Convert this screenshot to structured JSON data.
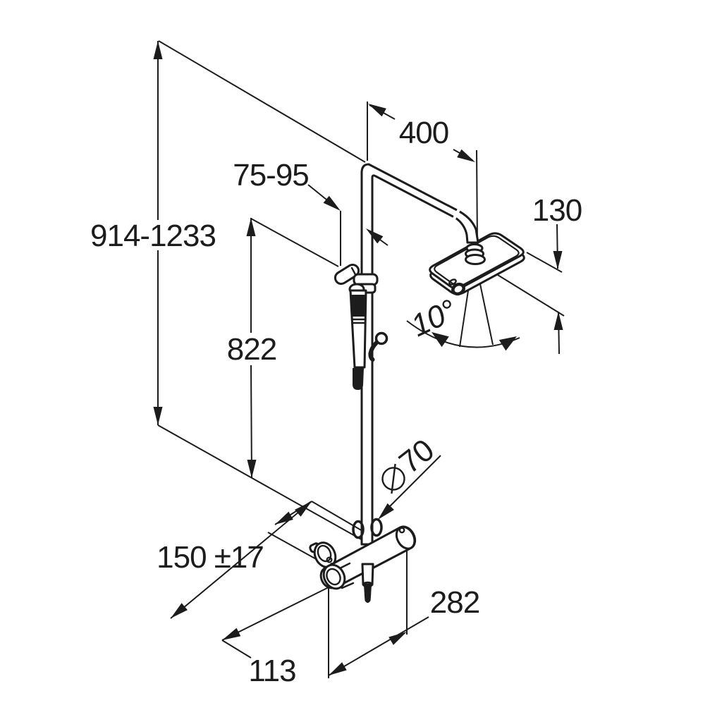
{
  "drawing": {
    "kind": "technical-dimension-drawing",
    "subject": "thermostatic shower system with overhead rain shower and hand shower",
    "colors": {
      "ink": "#1c1c1c",
      "paper": "#ffffff"
    },
    "dimensions": {
      "overall_height_range": "914-1233",
      "hand_shower_holder_range": "75-95",
      "arm_projection": "400",
      "head_drop": "130",
      "rail_height": "822",
      "spray_angle": "10°",
      "diameter_symbol": "⌀",
      "escutcheon_diameter": "70",
      "wall_distance_tolerance": "150 ±17",
      "mixer_left_offset": "113",
      "mixer_width": "282"
    }
  }
}
